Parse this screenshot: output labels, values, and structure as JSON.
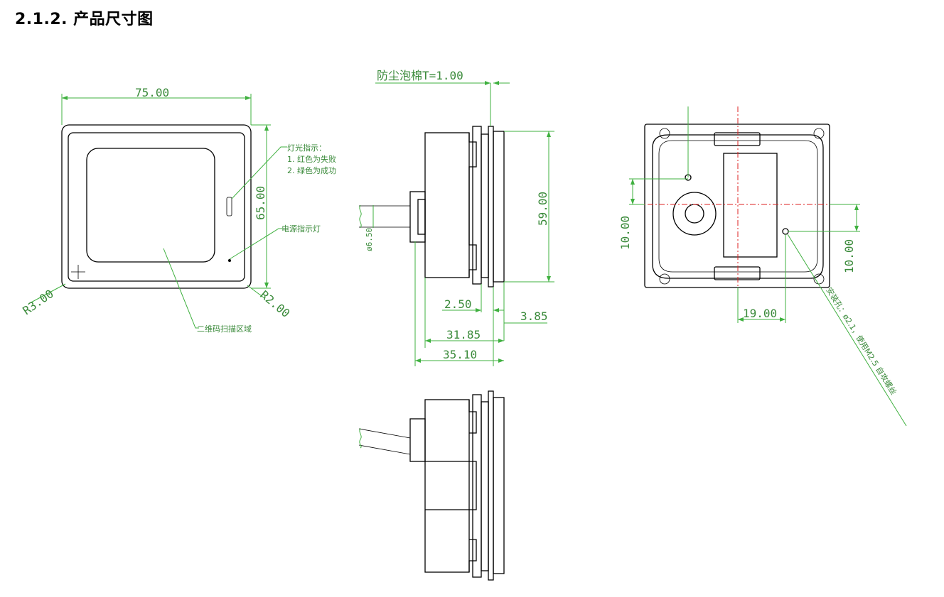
{
  "heading": "2.1.2. 产品尺寸图",
  "front_view": {
    "width_dim": "75.00",
    "height_dim": "65.00",
    "corner_left": "R3.00",
    "corner_right": "R2.00",
    "light_note_title": "灯光指示：",
    "light_note_1": "1. 红色为失败",
    "light_note_2": "2. 绿色为成功",
    "power_led": "电源指示灯",
    "scan_area": "二维码扫描区域"
  },
  "side_view": {
    "foam": "防尘泡棉T=1.00",
    "height_dim": "59.00",
    "cable_dia": "ø6.50",
    "d_250": "2.50",
    "d_385": "3.85",
    "d_3185": "31.85",
    "d_3510": "35.10"
  },
  "back_view": {
    "left_dim": "10.00",
    "right_dim": "10.00",
    "bottom_dim": "19.00",
    "hole_note": "安装孔：ø2.1，使用M2.5 自攻螺丝"
  },
  "colors": {
    "dimension": "#3a8a3a",
    "leader": "#3fb03f",
    "centerline": "#d22222",
    "outline": "#000000"
  }
}
